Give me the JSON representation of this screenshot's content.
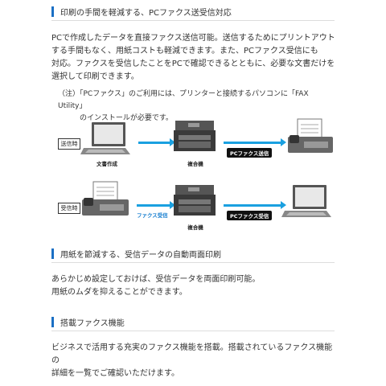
{
  "sections": [
    {
      "heading": "印刷の手間を軽減する、PCファクス送受信対応",
      "body_lines": [
        "PCで作成したデータを直接ファクス送信可能。送信するためにプリントアウト",
        "する手間もなく、用紙コストも軽減できます。また、PCファクス受信にも",
        "対応。ファクスを受信したことをPCで確認できるとともに、必要な文書だけを",
        "選択して印刷できます。"
      ],
      "note_lines": [
        "（注）「PCファクス」のご利用には、プリンターと接続するパソコンに「FAX Utility」",
        "　　　のインストールが必要です。"
      ]
    },
    {
      "heading": "用紙を節減する、受信データの自動両面印刷",
      "body_lines": [
        "あらかじめ設定しておけば、受信データを両面印刷可能。",
        "用紙のムダを抑えることができます。"
      ]
    },
    {
      "heading": "搭載ファクス機能",
      "body_lines": [
        "ビジネスで活用する充実のファクス機能を搭載。搭載されているファクス機能の",
        "詳細を一覧でご確認いただけます。"
      ]
    }
  ],
  "diagram": {
    "send": {
      "tag": "送信時",
      "pc_caption": "文書作成",
      "mfp_caption": "複合機",
      "pill": "PCファクス送信"
    },
    "receive": {
      "tag": "受信時",
      "fax_label": "ファクス受信",
      "mfp_caption": "複合機",
      "pill": "PCファクス受信"
    }
  },
  "colors": {
    "accent": "#1a6fc4",
    "arrow": "#1aa0e0"
  }
}
